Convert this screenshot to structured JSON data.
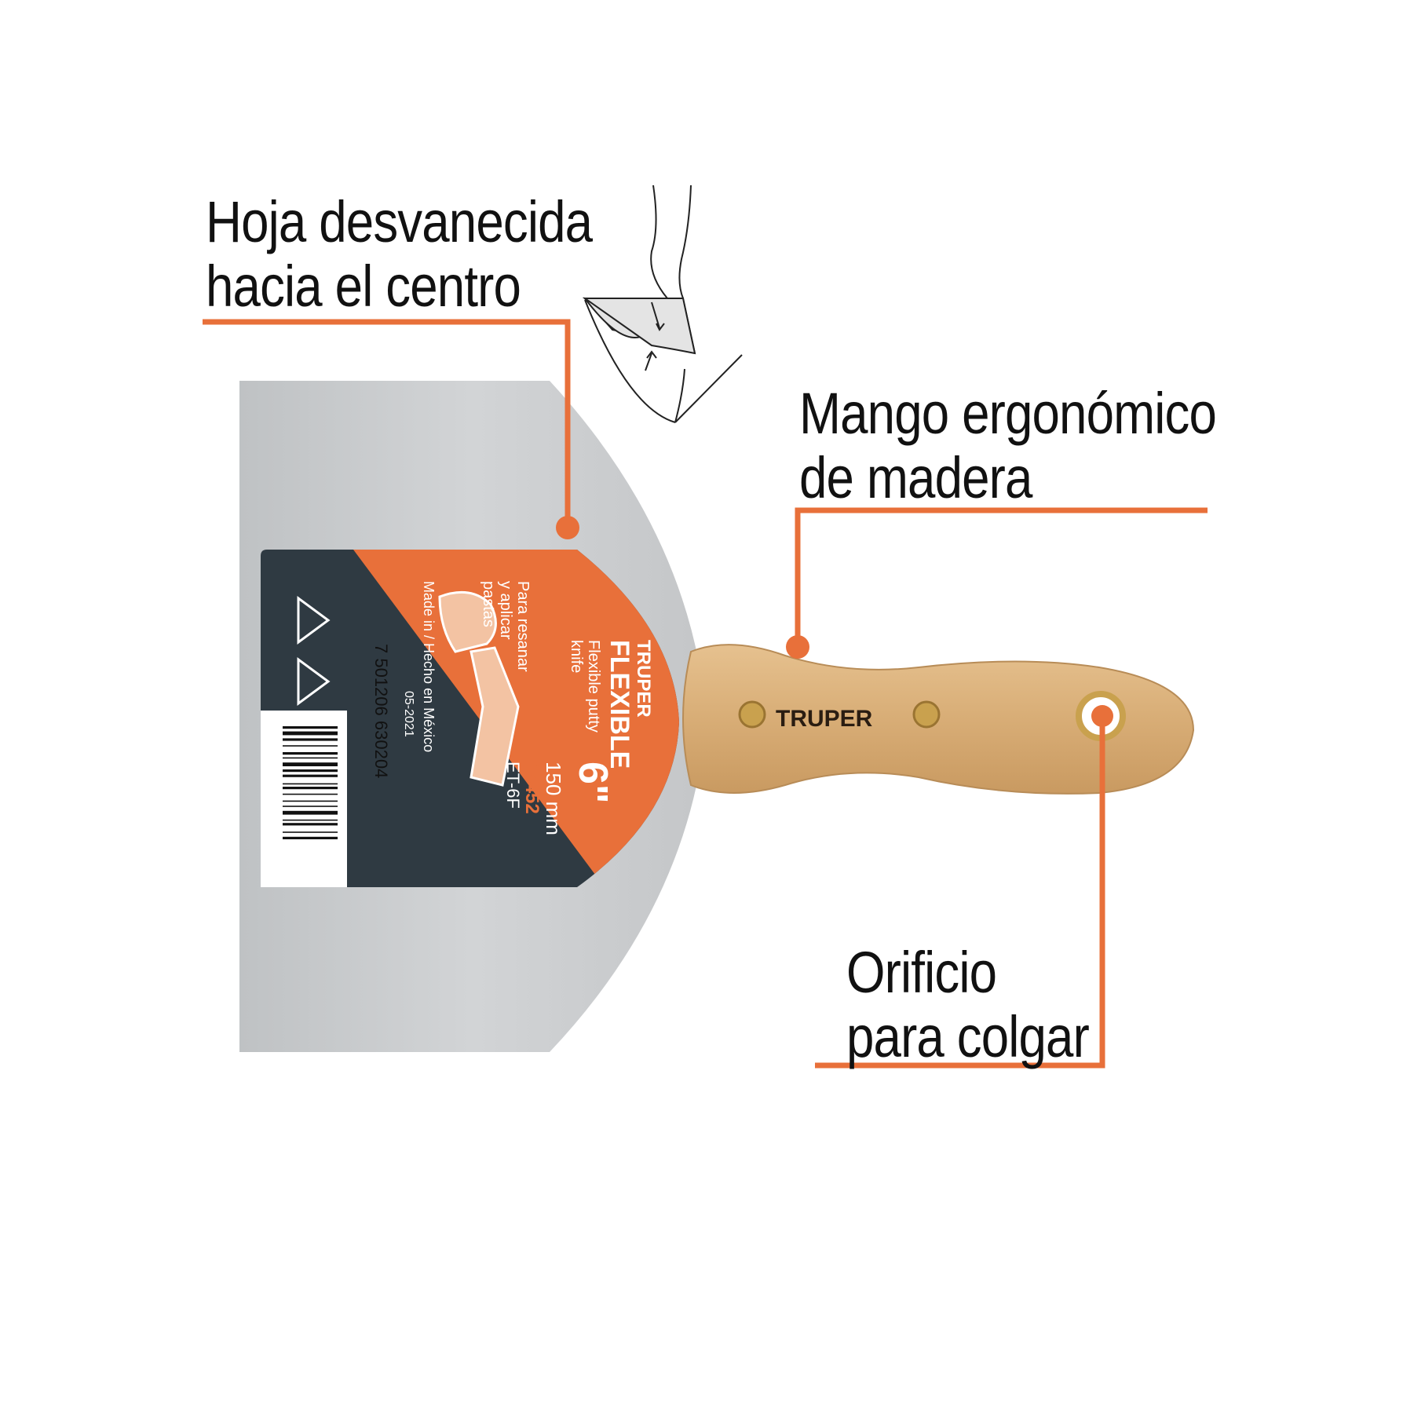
{
  "callouts": {
    "blade": {
      "line1": "Hoja desvanecida",
      "line2": "hacia el centro"
    },
    "handle": {
      "line1": "Mango ergonómico",
      "line2": "de madera"
    },
    "hole": {
      "line1": "Orificio",
      "line2": "para colgar"
    }
  },
  "label": {
    "brand": "TRUPER",
    "product_name": "FLEXIBLE",
    "product_en_1": "Flexible putty",
    "product_en_2": "knife",
    "use_1": "Para resanar",
    "use_2": "y aplicar",
    "use_3": "pastas",
    "size_in": "6\"",
    "size_mm": "150 mm",
    "code": "14452",
    "model": "ET-6F",
    "origin": "Made in / Hecho en México",
    "date": "05-2021",
    "barcode": "7 501206 630204"
  },
  "handle": {
    "brand": "TRUPER"
  },
  "colors": {
    "accent": "#E8703A",
    "label_dark": "#2F3A42",
    "blade": "#C9CBCD",
    "wood": "#D9B27E",
    "text": "#111111"
  }
}
